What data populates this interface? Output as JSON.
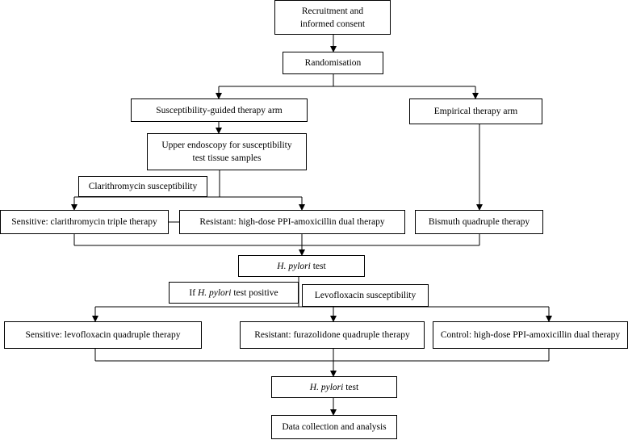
{
  "nodes": {
    "recruitment_line1": "Recruitment and",
    "recruitment_line2": "informed consent",
    "randomisation": "Randomisation",
    "susceptibility_arm": "Susceptibility-guided therapy arm",
    "empirical_arm": "Empirical therapy arm",
    "endoscopy_line1": "Upper endoscopy for susceptibility",
    "endoscopy_line2": "test tissue samples",
    "clarithromycin_susceptibility": "Clarithromycin susceptibility",
    "sensitive_clarithromycin": "Sensitive: clarithromycin triple therapy",
    "resistant_high_dose": "Resistant: high-dose PPI-amoxicillin dual therapy",
    "bismuth_quadruple": "Bismuth quadruple therapy",
    "hp_test_1_italic": "H. pylori",
    "hp_test_1_rest": " test",
    "if_positive_prefix": "If ",
    "if_positive_italic": "H. pylori",
    "if_positive_rest": " test positive",
    "levofloxacin_susceptibility": "Levofloxacin susceptibility",
    "sensitive_levofloxacin": "Sensitive: levofloxacin quadruple therapy",
    "resistant_furazolidone": "Resistant: furazolidone quadruple therapy",
    "control_high_dose": "Control: high-dose PPI-amoxicillin dual therapy",
    "hp_test_2_italic": "H. pylori",
    "hp_test_2_rest": " test",
    "data_collection": "Data collection and analysis"
  }
}
